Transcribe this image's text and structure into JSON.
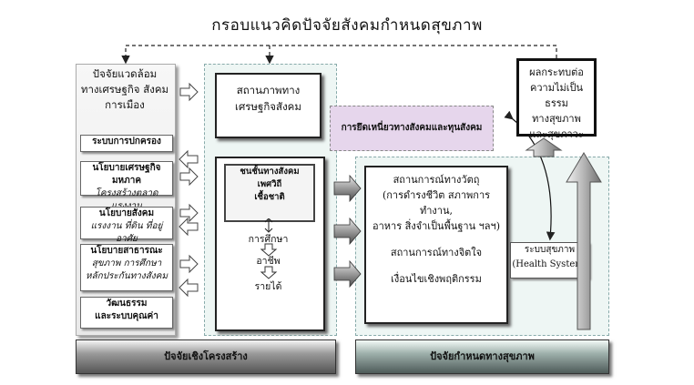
{
  "title": "กรอบแนวคิดปัจจัยสังคมกำหนดสุขภาพ",
  "left_panel": {
    "heading_lines": [
      "ปัจจัยแวดล้อม",
      "ทางเศรษฐกิจ สังคม",
      "การเมือง"
    ],
    "boxes": [
      {
        "lines": [
          "ระบบการปกครอง"
        ]
      },
      {
        "lines": [
          "นโยบายเศรษฐกิจมหภาค",
          "โครงสร้างตลาดแรงงาน"
        ]
      },
      {
        "lines": [
          "นโยบายสังคม",
          "แรงงาน ที่ดิน ที่อยู่อาศัย"
        ]
      },
      {
        "lines": [
          "นโยบายสาธารณะ",
          "สุขภาพ การศึกษา",
          "หลักประกันทางสังคม"
        ]
      },
      {
        "lines": [
          "วัฒนธรรม",
          "และระบบคุณค่า"
        ]
      }
    ]
  },
  "mid_panel": {
    "top_box_lines": [
      "สถานภาพทาง",
      "เศรษฐกิจสังคม"
    ],
    "inner_box_lines": [
      "ชนชั้นทางสังคม",
      "เพศวิถี",
      "เชื้อชาติ"
    ],
    "chain": [
      "การศึกษา",
      "อาชีพ",
      "รายได้"
    ]
  },
  "purple_box": "การยึดเหนี่ยวทางสังคมและทุนสังคม",
  "right_panel": {
    "big_box_lines": [
      "สถานการณ์ทางวัตถุ",
      "(การดำรงชีวิต สภาพการทำงาน,",
      "อาหาร สิ่งจำเป็นพื้นฐาน ฯลฯ)",
      "",
      "สถานการณ์ทางจิตใจ",
      "",
      "เงื่อนไขเชิงพฤติกรรม"
    ],
    "health_system_lines": [
      "ระบบสุขภาพ",
      "(Health System)"
    ]
  },
  "outcome_lines": [
    "ผลกระทบต่อ",
    "ความไม่เป็นธรรม",
    "ทางสุขภาพ",
    "และสุขภาวะ"
  ],
  "bottom_bars": [
    "ปัจจัยเชิงโครงสร้าง",
    "ปัจจัยกำหนดทางสุขภาพ"
  ],
  "colors": {
    "panel_tint": "#eef6f4",
    "purple": "#e6d6ec",
    "bar_dark": "#555555",
    "arrow_gray": "#8a8a8a"
  }
}
